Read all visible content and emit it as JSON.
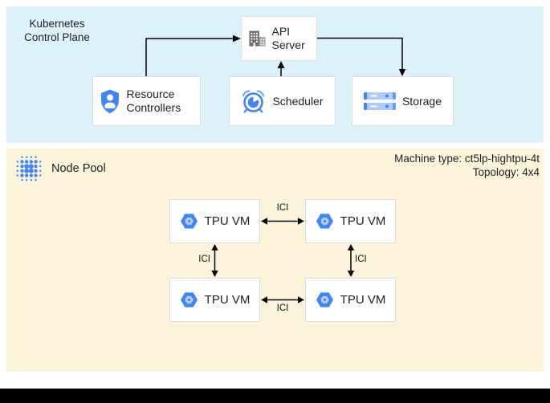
{
  "colors": {
    "control_plane_bg": "#ddf1fb",
    "node_pool_bg": "#fcf4da",
    "box_border": "#dadce0",
    "text": "#202124",
    "google_blue": "#4285f4",
    "google_blue_light": "#aecbfa",
    "icon_gray": "#6f6f6f",
    "arrow": "#000000"
  },
  "control_plane": {
    "title": "Kubernetes Control Plane",
    "nodes": {
      "api_server": {
        "label": "API Server",
        "icon": "building-icon"
      },
      "resource_controllers": {
        "label": "Resource Controllers",
        "icon": "shield-user-icon"
      },
      "scheduler": {
        "label": "Scheduler",
        "icon": "alarm-clock-icon"
      },
      "storage": {
        "label": "Storage",
        "icon": "storage-stack-icon"
      }
    }
  },
  "node_pool": {
    "title": "Node Pool",
    "icon": "dots-grid-icon",
    "machine_type": "Machine type: ct5lp-hightpu-4t",
    "topology": "Topology: 4x4",
    "tpu_vms": [
      {
        "label": "TPU VM",
        "icon": "tpu-hexagon-icon"
      },
      {
        "label": "TPU VM",
        "icon": "tpu-hexagon-icon"
      },
      {
        "label": "TPU VM",
        "icon": "tpu-hexagon-icon"
      },
      {
        "label": "TPU VM",
        "icon": "tpu-hexagon-icon"
      }
    ],
    "links": [
      {
        "label": "ICI"
      },
      {
        "label": "ICI"
      },
      {
        "label": "ICI"
      },
      {
        "label": "ICI"
      }
    ]
  }
}
